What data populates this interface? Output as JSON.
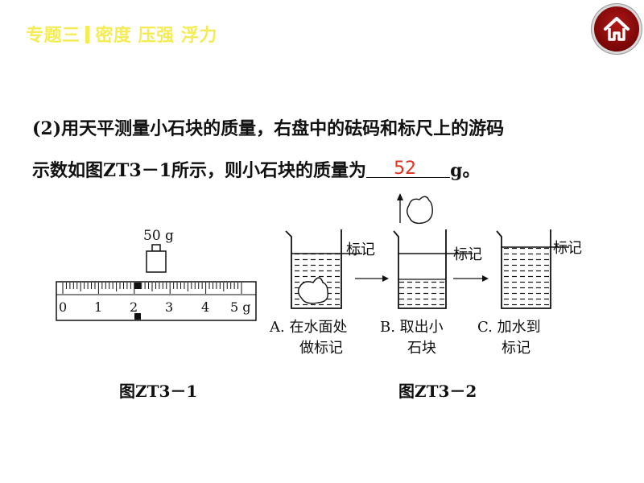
{
  "header": {
    "chapter": "专题三",
    "topic": "密度 压强 浮力",
    "accent_color": "#f5ec55",
    "home_icon": "home-icon"
  },
  "question": {
    "line1": "(2)用天平测量小石块的质量，右盘中的砝码和标尺上的游码",
    "line2_prefix": "示数如图ZT3－1所示，则小石块的质量为",
    "answer": "52",
    "unit": "g。",
    "answer_color": "#e0321f"
  },
  "figure1": {
    "weight_label": "50 g",
    "ruler_ticks": [
      "0",
      "1",
      "2",
      "3",
      "4",
      "5 g"
    ],
    "caption": "图ZT3－1"
  },
  "figure2": {
    "mark_label": "标记",
    "steps": [
      {
        "line1": "A. 在水面处",
        "line2": "做标记"
      },
      {
        "line1": "B. 取出小",
        "line2": "石块"
      },
      {
        "line1": "C. 加水到",
        "line2": "标记"
      }
    ],
    "caption": "图ZT3－2"
  }
}
